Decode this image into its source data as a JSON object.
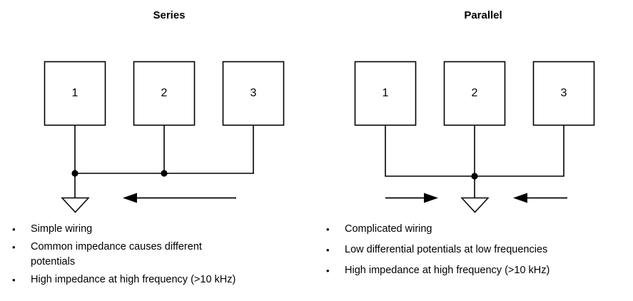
{
  "diagram": {
    "kind": "grounding-topology-comparison",
    "panels": [
      {
        "id": "series",
        "title": "Series",
        "boxes": [
          {
            "label": "1"
          },
          {
            "label": "2"
          },
          {
            "label": "3"
          }
        ],
        "ground_symbol": "earth-ground-triangle",
        "junction_count": 2,
        "current_arrow_direction": "left",
        "bullets": [
          "Simple wiring",
          "Common impedance causes different potentials",
          "High impedance at high frequency (>10 kHz)"
        ]
      },
      {
        "id": "parallel",
        "title": "Parallel",
        "boxes": [
          {
            "label": "1"
          },
          {
            "label": "2"
          },
          {
            "label": "3"
          }
        ],
        "ground_symbol": "earth-ground-triangle",
        "junction_count": 1,
        "current_arrow_direction": "inward",
        "bullets": [
          "Complicated wiring",
          "Low differential  potentials at low frequencies",
          "High impedance at high frequency (>10 kHz)"
        ]
      }
    ],
    "bullet_glyph": "•",
    "colors": {
      "stroke": "#000000",
      "background": "#ffffff",
      "text": "#000000"
    }
  }
}
